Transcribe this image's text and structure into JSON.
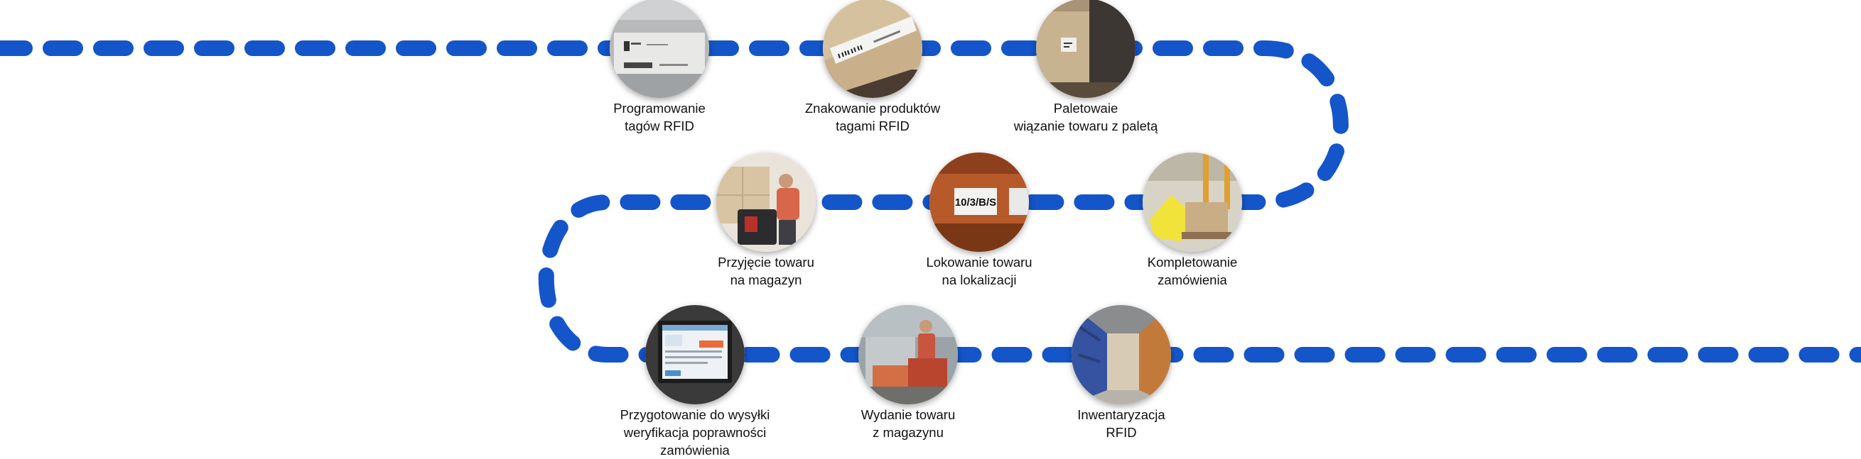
{
  "diagram": {
    "path_color": "#1455c9",
    "steps": [
      {
        "id": "programming-rfid-tags",
        "line1": "Programowanie",
        "line2": "tagów RFID",
        "line3": ""
      },
      {
        "id": "labeling-products-rfid",
        "line1": "Znakowanie produktów",
        "line2": "tagami RFID",
        "line3": ""
      },
      {
        "id": "palletizing",
        "line1": "Paletowaie",
        "line2": "wiązanie towaru z paletą",
        "line3": ""
      },
      {
        "id": "goods-receipt",
        "line1": "Przyjęcie towaru",
        "line2": "na magazyn",
        "line3": ""
      },
      {
        "id": "goods-location",
        "line1": "Lokowanie towaru",
        "line2": "na lokalizacji",
        "line3": ""
      },
      {
        "id": "order-picking",
        "line1": "Kompletowanie",
        "line2": "zamówienia",
        "line3": ""
      },
      {
        "id": "shipment-preparation",
        "line1": "Przygotowanie do wysyłki",
        "line2": "weryfikacja poprawności",
        "line3": "zamówienia"
      },
      {
        "id": "goods-issue",
        "line1": "Wydanie towaru",
        "line2": "z magazynu",
        "line3": ""
      },
      {
        "id": "rfid-inventory",
        "line1": "Inwentaryzacja",
        "line2": "RFID",
        "line3": ""
      }
    ],
    "photo_texts": {
      "location_label": "10/3/B/S"
    }
  }
}
